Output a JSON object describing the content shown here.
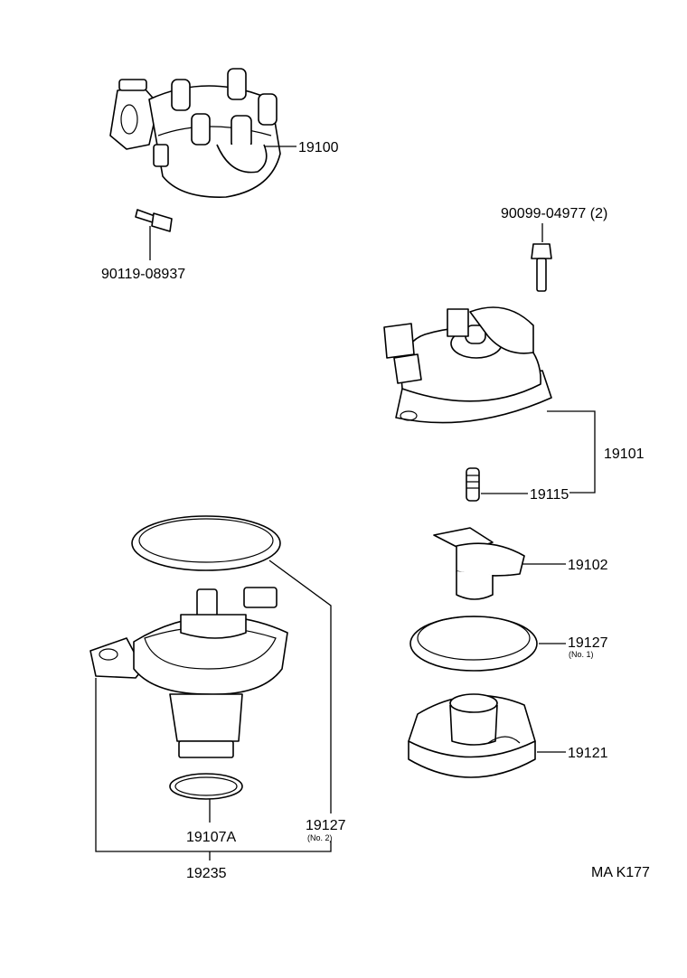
{
  "colors": {
    "ink": "#000000",
    "paper": "#ffffff"
  },
  "labels": {
    "distributor_assy": "19100",
    "bolt_left": "90119-08937",
    "screw_cap": "90099-04977 (2)",
    "cap": "19101",
    "spring": "19115",
    "rotor": "19102",
    "gasket_no1": "19127",
    "gasket_no1_note": "(No. 1)",
    "cover": "19121",
    "oring": "19107A",
    "gasket_no2": "19127",
    "gasket_no2_note": "(No. 2)",
    "housing": "19235",
    "code": "MA  K177"
  }
}
